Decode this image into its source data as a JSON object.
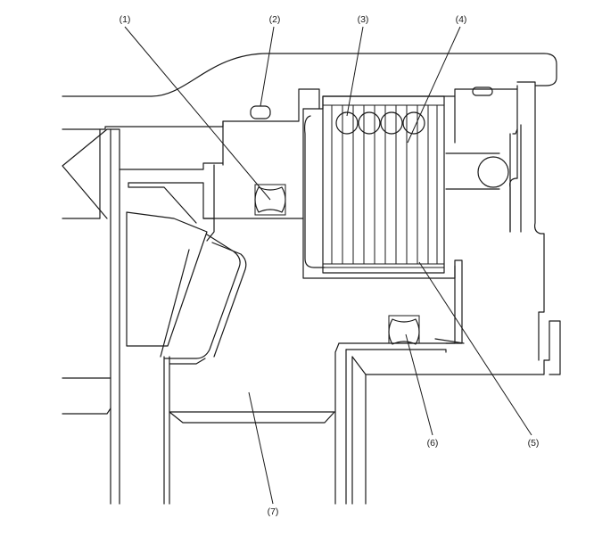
{
  "callouts": [
    {
      "id": "1",
      "text": "(1)"
    },
    {
      "id": "2",
      "text": "(2)"
    },
    {
      "id": "3",
      "text": "(3)"
    },
    {
      "id": "4",
      "text": "(4)"
    },
    {
      "id": "5",
      "text": "(5)"
    },
    {
      "id": "6",
      "text": "(6)"
    },
    {
      "id": "7",
      "text": "(7)"
    }
  ]
}
